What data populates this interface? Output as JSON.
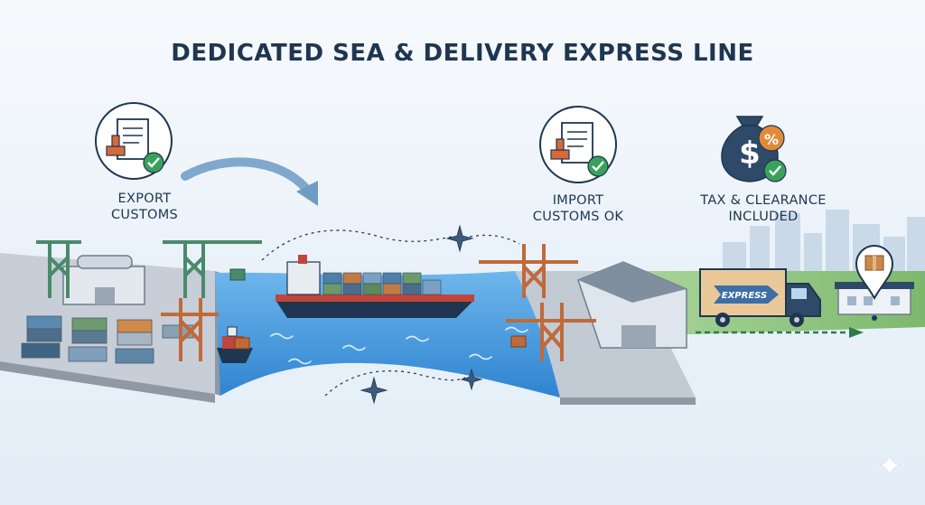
{
  "title": "DEDICATED SEA & DELIVERY EXPRESS LINE",
  "steps": {
    "export": {
      "line1": "EXPORT",
      "line2": "CUSTOMS"
    },
    "import": {
      "line1": "IMPORT",
      "line2": "CUSTOMS OK"
    },
    "tax": {
      "line1": "TAX & CLEARANCE",
      "line2": "INCLUDED"
    }
  },
  "truck": {
    "label": "EXPRESS"
  },
  "icons": {
    "export": "customs-stamp-document-icon",
    "import": "customs-stamp-document-icon",
    "tax": "money-bag-percent-icon",
    "destination": "location-pin-package-icon"
  },
  "colors": {
    "title": "#1f3650",
    "sea": "#3d8fd6",
    "check": "#3aa15a",
    "stamp": "#d86a3a",
    "crane_green": "#4a8a6a",
    "crane_orange": "#c06a3a",
    "grass": "#8ac07a"
  }
}
